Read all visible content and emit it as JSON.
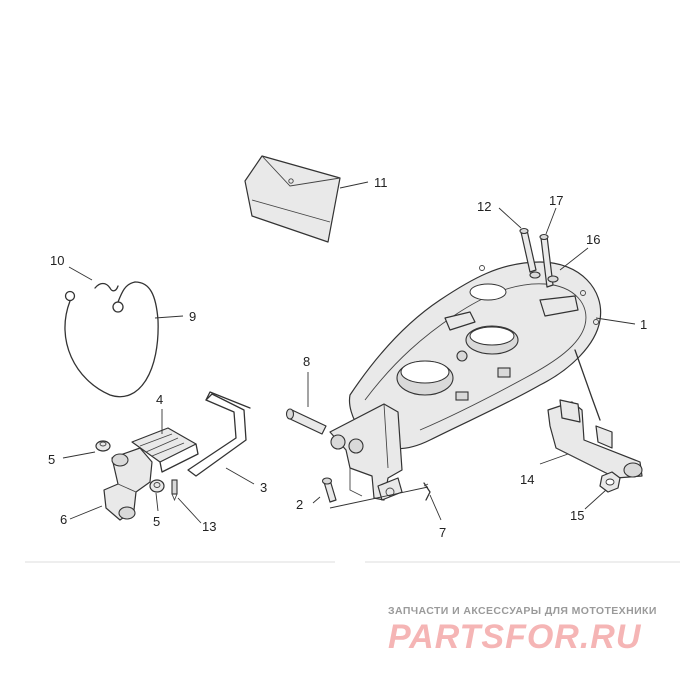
{
  "callouts": {
    "c1": "1",
    "c2": "2",
    "c3": "3",
    "c4": "4",
    "c5a": "5",
    "c5b": "5",
    "c6": "6",
    "c7": "7",
    "c8": "8",
    "c9": "9",
    "c10": "10",
    "c11": "11",
    "c12": "12",
    "c13": "13",
    "c14": "14",
    "c15": "15",
    "c16": "16",
    "c17": "17"
  },
  "watermark": {
    "tagline": "ЗАПЧАСТИ И АКСЕССУАРЫ ДЛЯ МОТОТЕХНИКИ",
    "logo": "PARTSFOR.RU"
  },
  "colors": {
    "line": "#333333",
    "watermark_logo": "#f5b5b5",
    "watermark_text": "#9a9a9a"
  }
}
